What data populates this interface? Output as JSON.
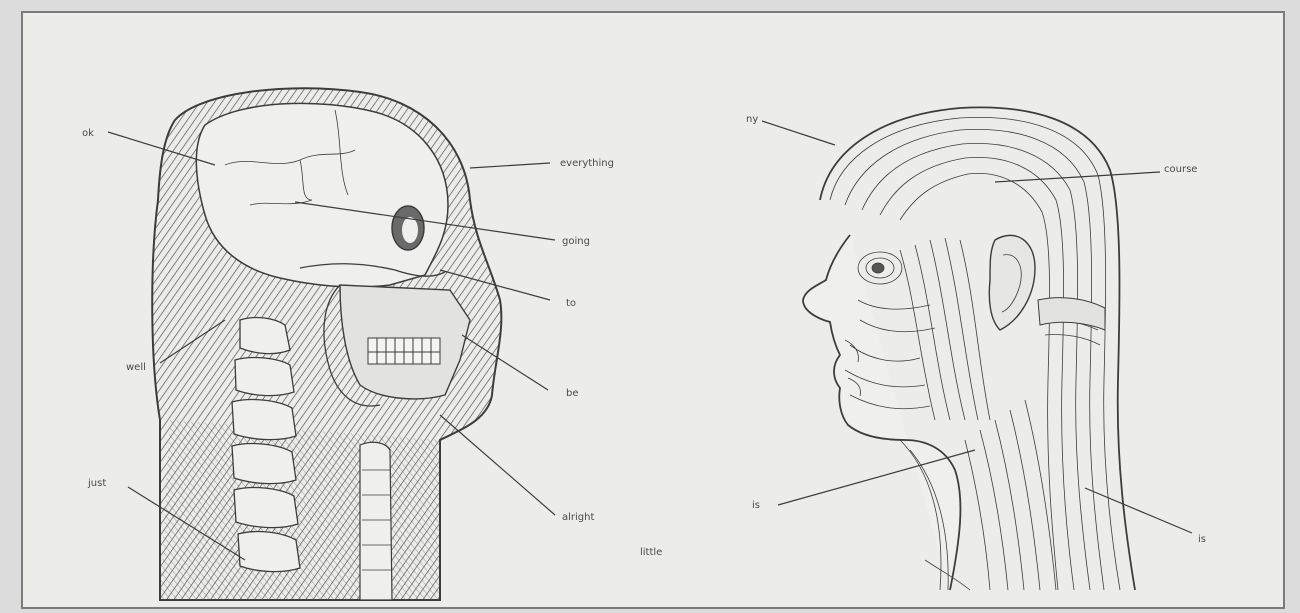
{
  "artwork": {
    "colors": {
      "paper": "#ececea",
      "plate": "#dcdcdc",
      "ink": "#3c3c3c"
    },
    "left_figure": {
      "labels": [
        "ok",
        "everything",
        "going",
        "to",
        "be",
        "well",
        "alright",
        "just"
      ]
    },
    "right_figure": {
      "labels": [
        "ny",
        "course",
        "is",
        "is"
      ]
    },
    "signature": "little"
  }
}
